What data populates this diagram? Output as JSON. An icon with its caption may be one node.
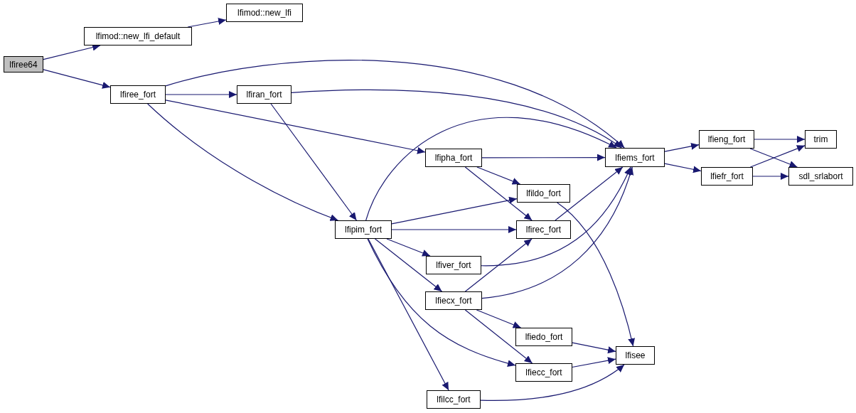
{
  "diagram": {
    "nodes": [
      {
        "text": [
          "lfiree64"
        ]
      },
      {
        "text": [
          "lfimod::new_lfi_default"
        ]
      },
      {
        "text": [
          "lfimod::new_lfi"
        ]
      },
      {
        "text": [
          "lfiree_fort"
        ]
      },
      {
        "text": [
          "lfiran_fort"
        ]
      },
      {
        "text": [
          "lfipha_fort"
        ]
      },
      {
        "text": [
          "lfiems_fort"
        ]
      },
      {
        "text": [
          "lfipim_fort"
        ]
      },
      {
        "text": [
          "lfildo_fort"
        ]
      },
      {
        "text": [
          "lfirec_fort"
        ]
      },
      {
        "text": [
          "lfiver_fort"
        ]
      },
      {
        "text": [
          "lfiecx_fort"
        ]
      },
      {
        "text": [
          "lfiedo_fort"
        ]
      },
      {
        "text": [
          "lfiecc_fort"
        ]
      },
      {
        "text": [
          "lfisee"
        ]
      },
      {
        "text": [
          "lfilcc_fort"
        ]
      },
      {
        "text": [
          "lfieng_fort"
        ]
      },
      {
        "text": [
          "lfiefr_fort"
        ]
      },
      {
        "text": [
          "trim"
        ]
      },
      {
        "text": [
          "sdl_srlabort"
        ]
      }
    ],
    "edges": [
      {
        "from": 0,
        "to": 1,
        "arrow": "to"
      },
      {
        "from": 1,
        "to": 2,
        "arrow": "to"
      },
      {
        "from": 0,
        "to": 3,
        "arrow": "to"
      },
      {
        "from": 3,
        "to": 6,
        "arrow": "to"
      },
      {
        "from": 3,
        "to": 4,
        "arrow": "to"
      },
      {
        "from": 3,
        "to": 5,
        "arrow": "to"
      },
      {
        "from": 3,
        "to": 7,
        "arrow": "to"
      },
      {
        "from": 4,
        "to": 6,
        "arrow": "to"
      },
      {
        "from": 4,
        "to": 7,
        "arrow": "to"
      },
      {
        "from": 7,
        "to": 6,
        "arrow": "to"
      },
      {
        "from": 5,
        "to": 6,
        "arrow": "to"
      },
      {
        "from": 5,
        "to": 8,
        "arrow": "to"
      },
      {
        "from": 5,
        "to": 9,
        "arrow": "to"
      },
      {
        "from": 7,
        "to": 8,
        "arrow": "to"
      },
      {
        "from": 7,
        "to": 9,
        "arrow": "to"
      },
      {
        "from": 7,
        "to": 10,
        "arrow": "to"
      },
      {
        "from": 7,
        "to": 11,
        "arrow": "to"
      },
      {
        "from": 7,
        "to": 13,
        "arrow": "to"
      },
      {
        "from": 7,
        "to": 15,
        "arrow": "to"
      },
      {
        "from": 8,
        "to": 14,
        "arrow": "to"
      },
      {
        "from": 9,
        "to": 6,
        "arrow": "to"
      },
      {
        "from": 10,
        "to": 6,
        "arrow": "to"
      },
      {
        "from": 11,
        "to": 9,
        "arrow": "to"
      },
      {
        "from": 11,
        "to": 6,
        "arrow": "to"
      },
      {
        "from": 11,
        "to": 12,
        "arrow": "to"
      },
      {
        "from": 11,
        "to": 13,
        "arrow": "to"
      },
      {
        "from": 12,
        "to": 14,
        "arrow": "to"
      },
      {
        "from": 13,
        "to": 14,
        "arrow": "to"
      },
      {
        "from": 15,
        "to": 14,
        "arrow": "to"
      },
      {
        "from": 6,
        "to": 16,
        "arrow": "to"
      },
      {
        "from": 6,
        "to": 17,
        "arrow": "to"
      },
      {
        "from": 16,
        "to": 18,
        "arrow": "to"
      },
      {
        "from": 16,
        "to": 19,
        "arrow": "to"
      },
      {
        "from": 17,
        "to": 18,
        "arrow": "to"
      },
      {
        "from": 17,
        "to": 19,
        "arrow": "to"
      }
    ]
  }
}
